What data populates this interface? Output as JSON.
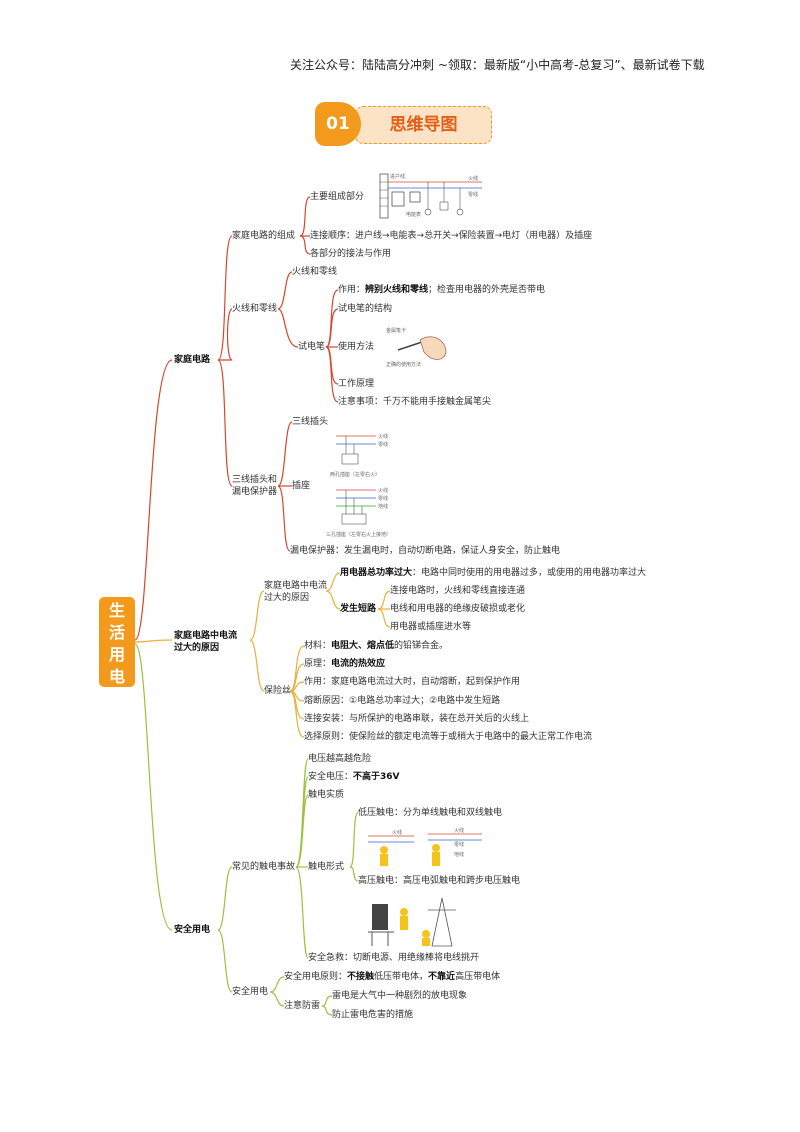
{
  "header": {
    "notice": "关注公众号：陆陆高分冲刺 ~领取：最新版“小中高考-总复习”、最新试卷下载"
  },
  "badge": {
    "number": "01",
    "title": "思维导图"
  },
  "root": {
    "label_chars": [
      "生",
      "活",
      "用",
      "电"
    ]
  },
  "colors": {
    "accent": "#f39a1c",
    "branch_red": "#d7462e",
    "branch_green": "#9ac23a",
    "branch_orange": "#e8b039"
  },
  "branches": {
    "home_circuit": {
      "label": "家庭电路",
      "composition": {
        "label": "家庭电路的组成",
        "main_parts": "主要组成部分",
        "order": "连接顺序：进户线→电能表→总开关→保险装置→电灯（用电器）及插座",
        "install": "各部分的接法与作用",
        "fig_labels": {
          "a": "进户线",
          "b": "电能表",
          "c": "火线",
          "d": "零线"
        }
      },
      "live_neutral": {
        "label": "火线和零线",
        "item": "火线和零线",
        "tester": {
          "label": "试电笔",
          "use_prefix": "作用：",
          "use_bold": "辨别火线和零线",
          "use_rest": "；检查用电器的外壳是否带电",
          "structure": "试电笔的结构",
          "method": "使用方法",
          "principle": "工作原理",
          "notes": "注意事项：千万不能用手接触金属笔尖",
          "fig_labels": {
            "a": "金属笔卡",
            "b": "正确的使用方法"
          }
        }
      },
      "three_pin": {
        "label_line1": "三线插头和",
        "label_line2": "漏电保护器",
        "plug": "三线插头",
        "socket": "插座",
        "leakage": "漏电保护器：发生漏电时，自动切断电路，保证人身安全，防止触电",
        "fig_labels": {
          "live": "火线",
          "neutral": "零线",
          "ground": "地线",
          "cap1": "两孔插座（左零右火）",
          "cap2": "三孔插座（左零右火上接地）"
        }
      }
    },
    "overcurrent": {
      "label_line1": "家庭电路中电流",
      "label_line2": "过大的原因",
      "causes": {
        "label_line1": "家庭电路中电流",
        "label_line2": "过大的原因",
        "overload_bold": "用电器总功率过大",
        "overload_rest": "：电路中同时使用的用电器过多，或使用的用电器功率过大",
        "short_bold": "发生短路",
        "short_1": "连接电路时，火线和零线直接连通",
        "short_2": "电线和用电器的绝缘皮破损或老化",
        "short_3": "用电器或插座进水等"
      },
      "fuse": {
        "label": "保险丝",
        "material_prefix": "材料：",
        "material_bold": "电阻大、熔点低",
        "material_rest": "的铅锑合金。",
        "principle_prefix": "原理：",
        "principle_bold": "电流的热效应",
        "function": "作用：家庭电路电流过大时，自动熔断，起到保护作用",
        "melt": "熔断原因：①电路总功率过大；②电路中发生短路",
        "install": "连接安装：与所保护的电路串联，装在总开关后的火线上",
        "select": "选择原则：使保险丝的额定电流等于或稍大于电路中的最大正常工作电流"
      }
    },
    "safety": {
      "label": "安全用电",
      "accidents": {
        "label": "常见的触电事故",
        "danger": "电压越高越危险",
        "voltage_prefix": "安全电压：",
        "voltage_bold": "不高于36V",
        "essence": "触电实质",
        "forms": {
          "label": "触电形式",
          "low": "低压触电：分为单线触电和双线触电",
          "high": "高压触电：高压电弧触电和跨步电压触电",
          "fig_labels": {
            "live": "火线",
            "neutral": "零线",
            "ground": "地线"
          }
        },
        "rescue": "安全急救：切断电源、用绝缘棒将电线挑开"
      },
      "use": {
        "label": "安全用电",
        "principle_prefix": "安全用电原则：",
        "principle_bold1": "不接触",
        "principle_mid": "低压带电体，",
        "principle_bold2": "不靠近",
        "principle_end": "高压带电体",
        "lightning": {
          "label": "注意防雷",
          "item1": "雷电是大气中一种剧烈的放电现象",
          "item2": "防止雷电危害的措施"
        }
      }
    }
  }
}
